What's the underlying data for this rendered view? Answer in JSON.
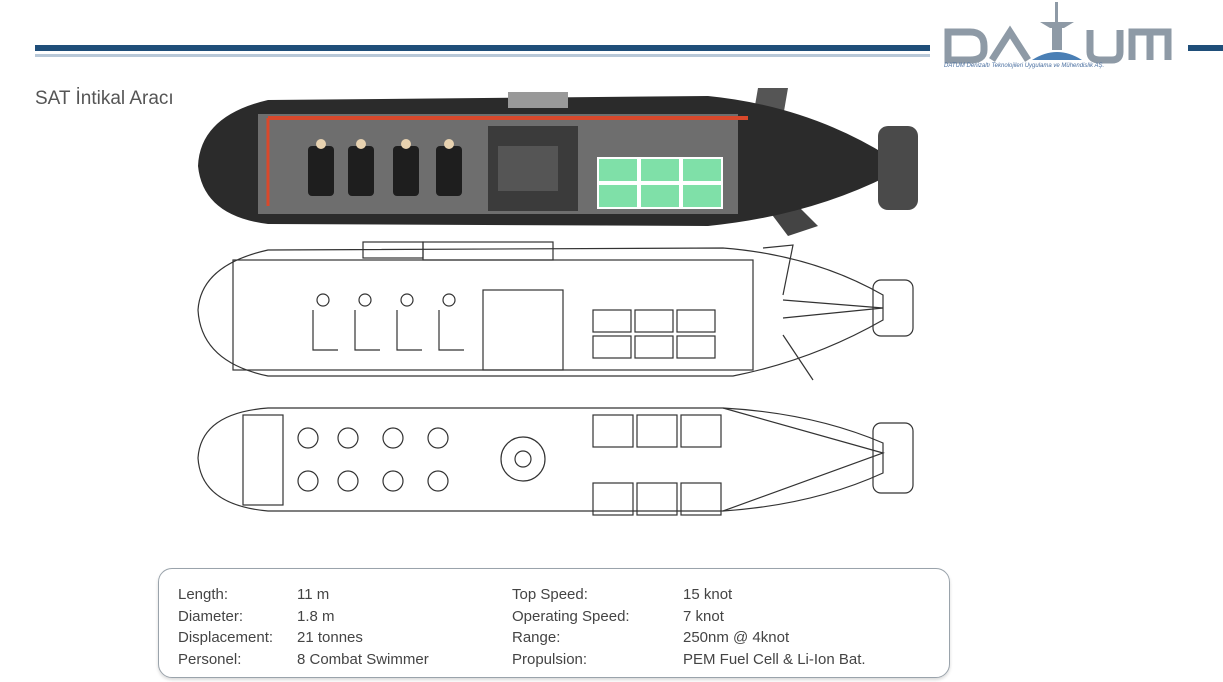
{
  "slide": {
    "title": "SAT İntikal Aracı"
  },
  "logo": {
    "name": "DATUM",
    "subtitle": "DATUM Denizaltı Teknolojileri Uygulama ve Mühendislik AŞ."
  },
  "specs": {
    "left": [
      {
        "label": "Length:",
        "value": "11 m"
      },
      {
        "label": "Diameter:",
        "value": "1.8 m"
      },
      {
        "label": "Displacement:",
        "value": "21 tonnes"
      },
      {
        "label": "Personel:",
        "value": "8 Combat Swimmer"
      }
    ],
    "right": [
      {
        "label": "Top Speed:",
        "value": "15 knot"
      },
      {
        "label": "Operating Speed:",
        "value": "7 knot"
      },
      {
        "label": "Range:",
        "value": "250nm @ 4knot"
      },
      {
        "label": "Propulsion:",
        "value": "PEM Fuel Cell & Li-Ion Bat."
      }
    ]
  },
  "colors": {
    "header_bar": "#1f4e79",
    "hull": "#2b2b2b",
    "battery": "#7fe0a8",
    "piping": "#d9482b"
  }
}
